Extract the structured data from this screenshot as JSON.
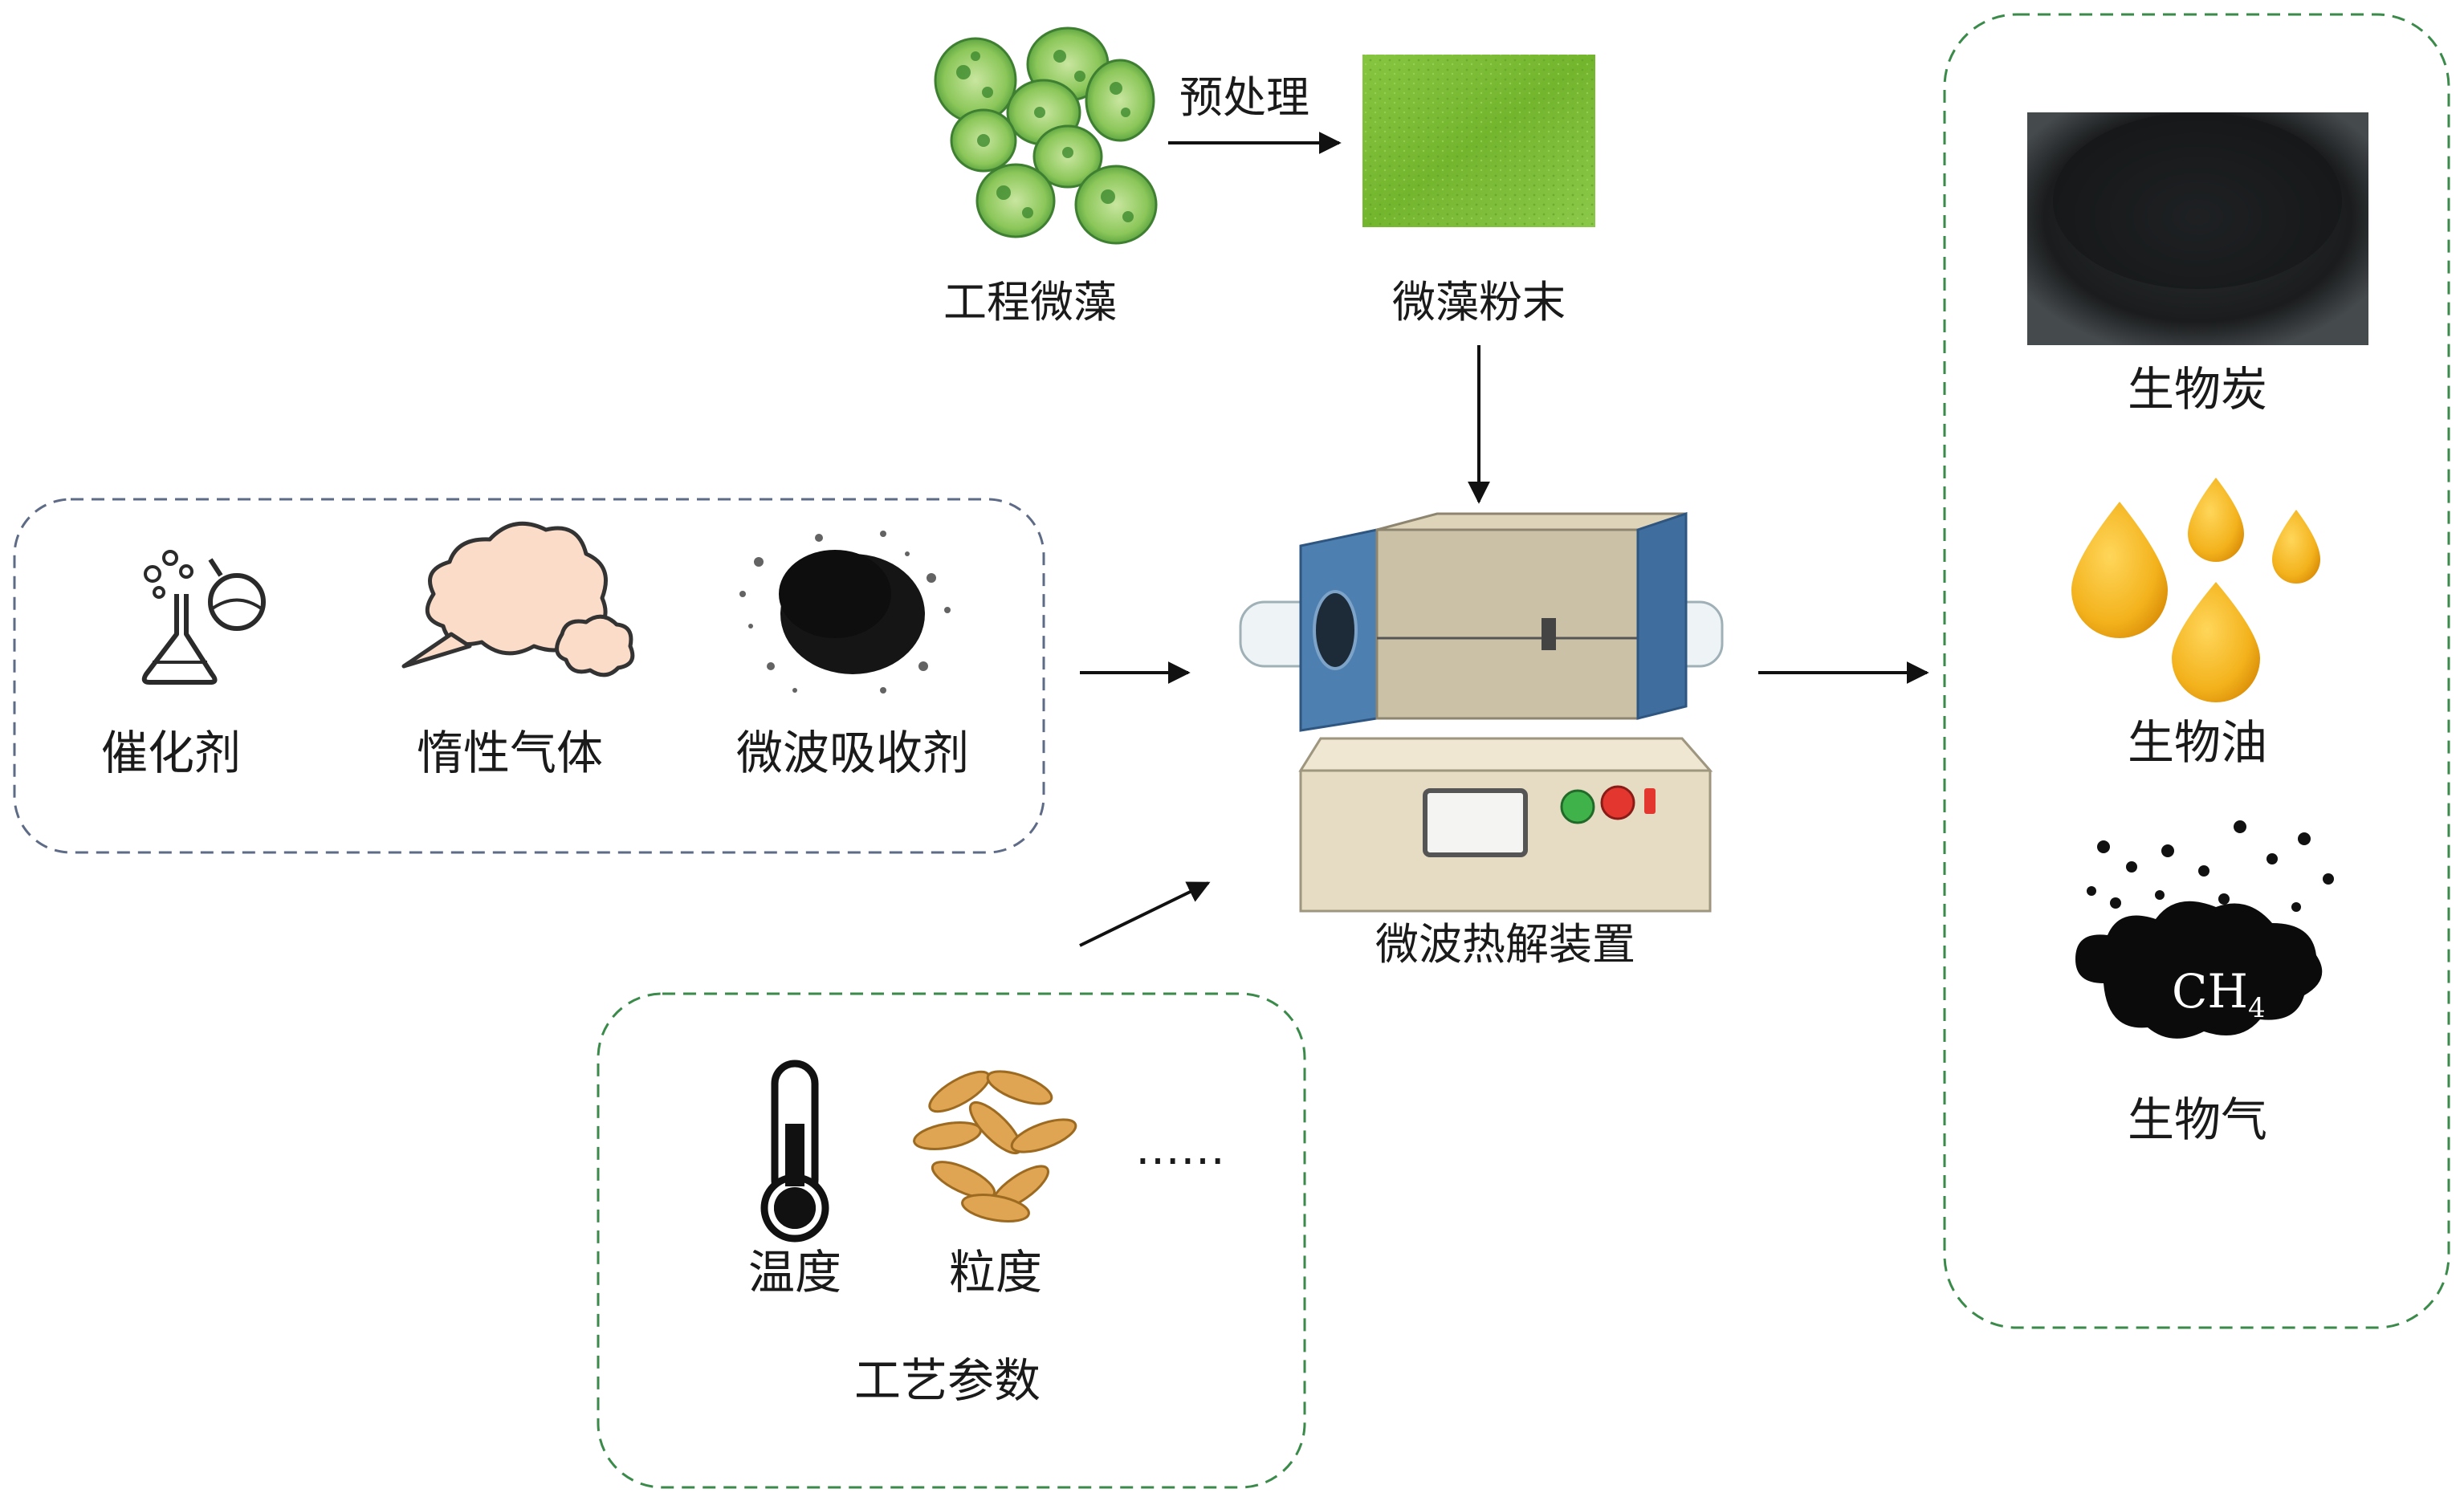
{
  "colors": {
    "grey_dash": "#5e6b86",
    "green_dash": "#3a8a4a",
    "algae_green": "#6fba3a",
    "powder_green": "#79b92f",
    "oil_yellow": "#f3b21c",
    "furnace_blue": "#4d7fb0",
    "furnace_body": "#cbc1a6",
    "char_black": "#1b1d1e"
  },
  "top": {
    "algae_label": "工程微藻",
    "pretreat_label": "预处理",
    "powder_label": "微藻粉末"
  },
  "additives": {
    "items": [
      {
        "label": "催化剂",
        "icon": "flask-icon"
      },
      {
        "label": "惰性气体",
        "icon": "gas-cloud-icon"
      },
      {
        "label": "微波吸收剂",
        "icon": "absorbent-powder-icon"
      }
    ]
  },
  "process": {
    "items": [
      {
        "label": "温度",
        "icon": "thermometer-icon"
      },
      {
        "label": "粒度",
        "icon": "particles-icon"
      }
    ],
    "ellipsis": "……",
    "title": "工艺参数"
  },
  "device": {
    "label": "微波热解装置"
  },
  "products": {
    "items": [
      {
        "label": "生物炭",
        "icon": "biochar-icon"
      },
      {
        "label": "生物油",
        "icon": "oil-drops-icon"
      },
      {
        "label": "生物气",
        "icon": "gas-cloud-black-icon"
      }
    ],
    "gas_formula_main": "CH",
    "gas_formula_sub": "4"
  }
}
